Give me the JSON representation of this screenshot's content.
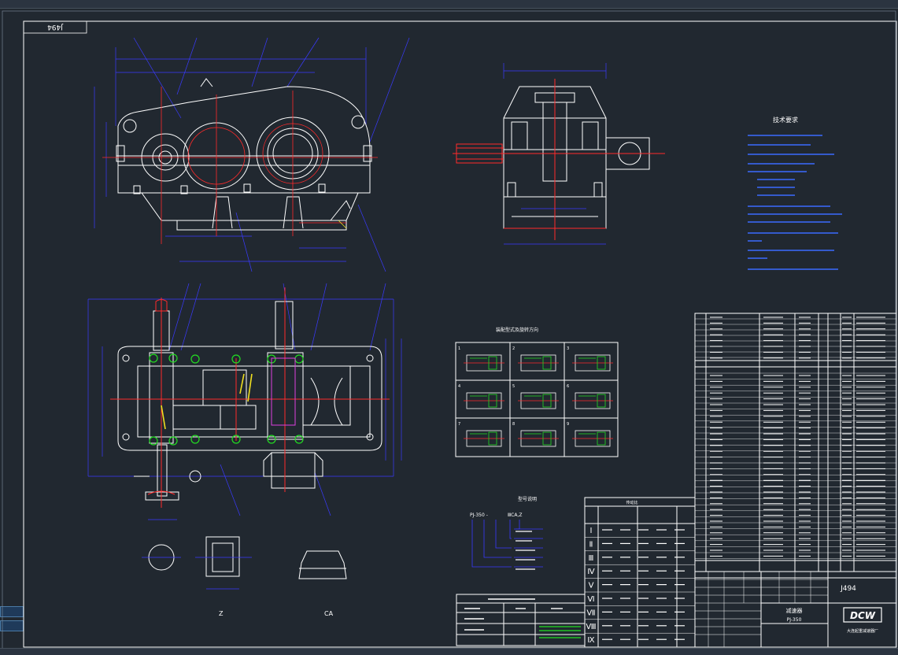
{
  "drawing": {
    "number_tag": "J494",
    "title_block": {
      "part_number": "J494",
      "name": "减速器",
      "model": "PJ-350",
      "company_logo": "DCW",
      "company": "大连起重减速器厂"
    },
    "tech_requirements": {
      "title": "技术要求"
    },
    "model_code": {
      "title": "型号说明",
      "code": "PJ-350 -",
      "suffix": "ⅢCA,Z"
    },
    "assembly_forms_title": "装配型式及旋转方向",
    "transmission_table_title": "传动比",
    "roman_rows": [
      "Ⅰ",
      "Ⅱ",
      "Ⅲ",
      "Ⅳ",
      "Ⅴ",
      "Ⅵ",
      "Ⅶ",
      "Ⅷ",
      "Ⅸ"
    ],
    "view_labels": {
      "z": "Z",
      "ca": "CA"
    },
    "assembly_forms": [
      "1",
      "2",
      "3",
      "4",
      "5",
      "6",
      "7",
      "8",
      "9"
    ]
  },
  "colors": {
    "background": "#212830",
    "border": "#ffffff",
    "outline": "#ffffff",
    "dimension": "#3a3aff",
    "centerline": "#ff2a2a",
    "highlight_green": "#22dd22",
    "highlight_yellow": "#f0e020",
    "highlight_magenta": "#e040e0"
  }
}
